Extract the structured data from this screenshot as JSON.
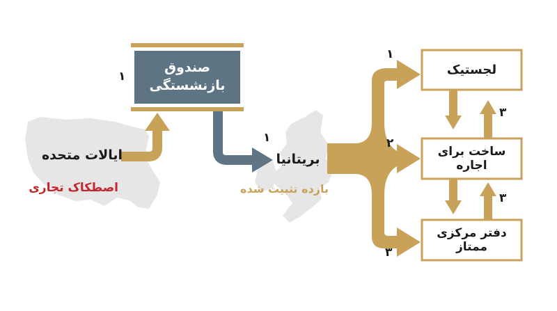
{
  "colors": {
    "gold": "#c9a25a",
    "slate": "#5f7585",
    "fund_box": "#5c7484",
    "map": "#e6e6e6",
    "red": "#c4262e",
    "text": "#1a1a1a"
  },
  "nodes": {
    "usa": {
      "title": "ایالات متحده",
      "subtitle": "اصطکاک تجاری"
    },
    "pension_fund": {
      "line1": "صندوق",
      "line2": "بازنشستگی"
    },
    "uk": {
      "title": "بریتانیا",
      "subtitle": "بازده تثبیت شده"
    },
    "logistics": {
      "label": "لجستیک"
    },
    "build_to_rent": {
      "label": "ساخت برای اجاره"
    },
    "prime_office": {
      "label": "دفتر مرکزی ممتاز"
    }
  },
  "numbers": {
    "usa_to_fund": "۱",
    "fund_to_uk": "۱",
    "to_logistics": "۱",
    "to_build_to_rent": "۲",
    "to_prime_office": "۳",
    "btr_to_logistics": "۳",
    "office_to_btr": "۳"
  }
}
